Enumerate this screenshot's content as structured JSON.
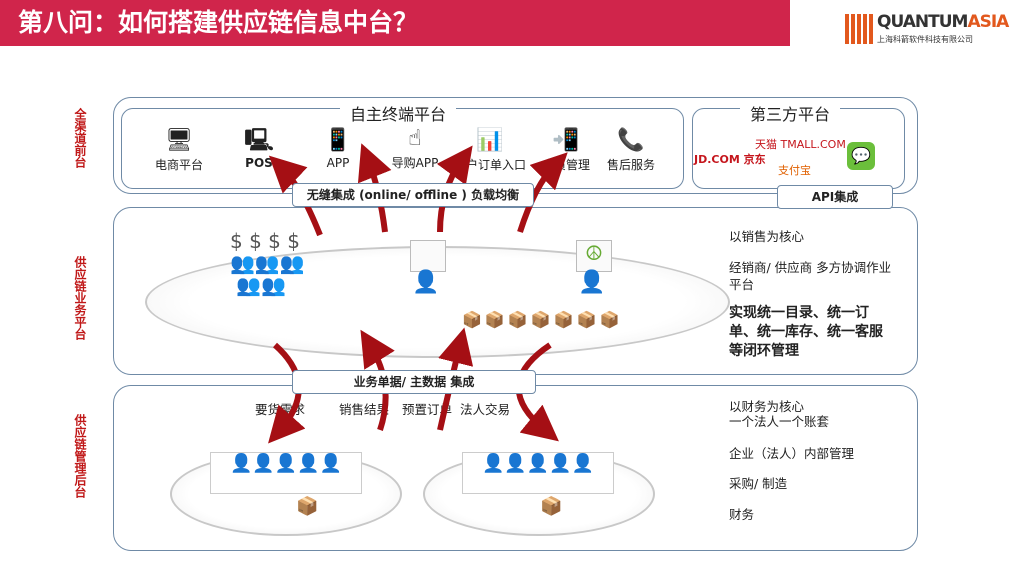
{
  "title": "第八问：如何搭建供应链信息中台？",
  "logo": {
    "brand_a": "QUANTUM",
    "brand_b": "ASIA",
    "company": "上海科箭软件科技有限公司"
  },
  "layers": {
    "front": "全渠道前台",
    "business": "供应链业务平台",
    "backend": "供应链管理后台"
  },
  "front": {
    "own_platform": "自主终端平台",
    "third_platform": "第三方平台",
    "channels": [
      {
        "label": "电商平台",
        "icon": "ecommerce-devices-icon"
      },
      {
        "label": "POS",
        "icon": "pos-terminal-icon"
      },
      {
        "label": "APP",
        "icon": "iphone-app-icon"
      },
      {
        "label": "导购APP",
        "icon": "tablet-touch-icon"
      },
      {
        "label": "客户订单入口",
        "icon": "monitor-chart-icon"
      },
      {
        "label": "会员管理",
        "icon": "wechat-phone-icon"
      },
      {
        "label": "售后服务",
        "icon": "phone-24-icon"
      }
    ],
    "third_parties": [
      "天猫 TMALL.COM",
      "JD.COM 京东",
      "支付宝"
    ],
    "integration": "无缝集成 (online/ offline ) 负载均衡",
    "api": "API集成"
  },
  "business": {
    "notes": [
      "以销售为核心",
      "经销商/ 供应商 多方协调作业平台"
    ],
    "bold_note": "实现统一目录、统一订单、统一库存、统一客服等闭环管理",
    "integration": "业务单据/ 主数据 集成"
  },
  "backend": {
    "flows": [
      "要货需求",
      "销售结果",
      "预置订单",
      "法人交易"
    ],
    "notes": [
      "以财务为核心",
      "一个法人一个账套",
      "企业（法人）内部管理",
      "采购/ 制造",
      "财务"
    ]
  },
  "colors": {
    "title_bg": "#d0254b",
    "arrow": "#a50f14",
    "layer_label": "#c01818"
  }
}
